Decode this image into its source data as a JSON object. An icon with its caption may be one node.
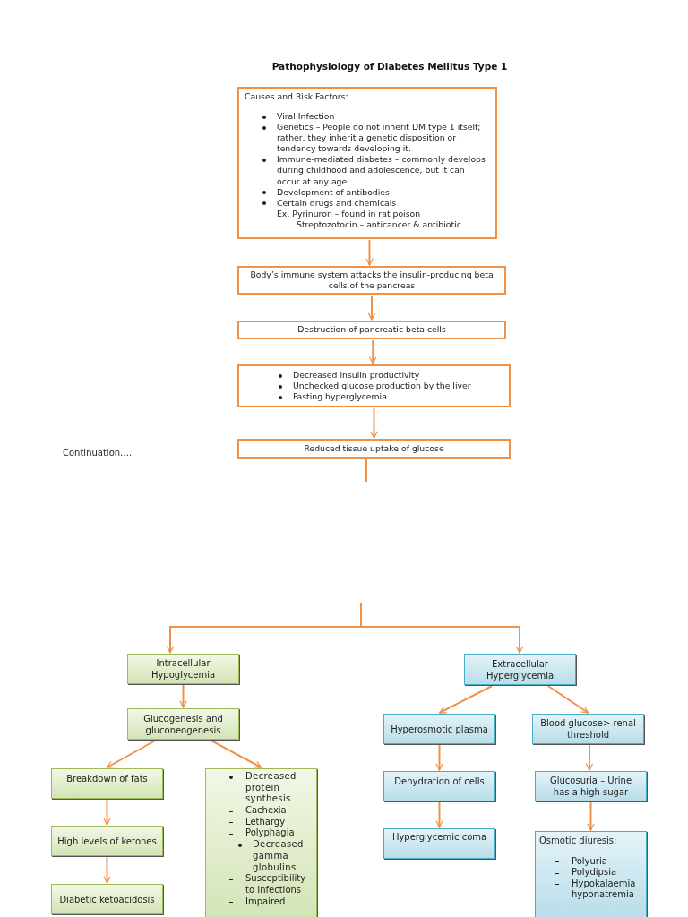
{
  "diagram": {
    "title": "Pathophysiology of Diabetes Mellitus Type 1",
    "nodes": [
      {
        "text": [
          "Causes and Risk Factors:",
          "Viral Infection",
          "Genetics – People do not inherit DM type 1 itself; rather, they inherit a genetic disposition or tendency towards developing it.",
          "Immune-mediated diabetes – commonly develops during childhood and adolescence, but it can occur at any age",
          "Development of antibodies",
          "Certain drugs and chemicals",
          "Ex. Pyrinuron – found in rat poison",
          "Streptozotocin – anticancer & antibiotic"
        ]
      },
      {
        "text": [
          "Body’s immune system attacks the insulin-producing beta cells of the pancreas"
        ]
      },
      {
        "text": [
          "Destruction of pancreatic beta cells"
        ]
      },
      {
        "text": [
          "Decreased insulin productivity",
          "Unchecked glucose production by the liver",
          "Fasting hyperglycemia"
        ]
      },
      {
        "text": [
          "Reduced tissue uptake of glucose"
        ]
      },
      {
        "text": [
          "Intracellular Hypoglycemia"
        ]
      },
      {
        "text": [
          "Extracellular Hyperglycemia"
        ]
      },
      {
        "text": [
          "Glucogenesis and gluconeogenesis"
        ]
      },
      {
        "text": [
          "Hyperosmotic plasma"
        ]
      },
      {
        "text": [
          "Blood glucose> renal threshold"
        ]
      },
      {
        "text": [
          "Breakdown of fats"
        ]
      },
      {
        "text": [
          "Decreased protein synthesis",
          "Cachexia",
          "Lethargy",
          "Polyphagia",
          "Decreased gamma globulins",
          "Susceptibility to Infections",
          "Impaired"
        ]
      },
      {
        "text": [
          "Dehydration of cells"
        ]
      },
      {
        "text": [
          "Glucosuria – Urine has a high sugar"
        ]
      },
      {
        "text": [
          "High levels of ketones"
        ]
      },
      {
        "text": [
          "Hyperglycemic coma"
        ]
      },
      {
        "text": [
          "Osmotic diuresis:",
          "Polyuria",
          "Polydipsia",
          "Hypokalaemia",
          "hyponatremia"
        ]
      },
      {
        "text": [
          "Diabetic ketoacidosis"
        ]
      }
    ],
    "edges": [
      {
        "from": 0,
        "to": 1,
        "arrow": "to"
      },
      {
        "from": 1,
        "to": 2,
        "arrow": "to"
      },
      {
        "from": 2,
        "to": 3,
        "arrow": "to"
      },
      {
        "from": 3,
        "to": 4,
        "arrow": "to"
      },
      {
        "from": 4,
        "to": null,
        "arrow": "none"
      },
      {
        "from": null,
        "to": 5,
        "arrow": "to"
      },
      {
        "from": null,
        "to": 6,
        "arrow": "to"
      },
      {
        "from": 5,
        "to": 7,
        "arrow": "to"
      },
      {
        "from": 7,
        "to": 10,
        "arrow": "to"
      },
      {
        "from": 7,
        "to": 11,
        "arrow": "to"
      },
      {
        "from": 6,
        "to": 8,
        "arrow": "to"
      },
      {
        "from": 6,
        "to": 9,
        "arrow": "to"
      },
      {
        "from": 8,
        "to": 12,
        "arrow": "to"
      },
      {
        "from": 12,
        "to": 15,
        "arrow": "to"
      },
      {
        "from": 9,
        "to": 13,
        "arrow": "to"
      },
      {
        "from": 13,
        "to": 16,
        "arrow": "to"
      },
      {
        "from": 10,
        "to": 14,
        "arrow": "to"
      },
      {
        "from": 14,
        "to": 17,
        "arrow": "to"
      }
    ],
    "labels": [
      "Continuation…."
    ]
  }
}
